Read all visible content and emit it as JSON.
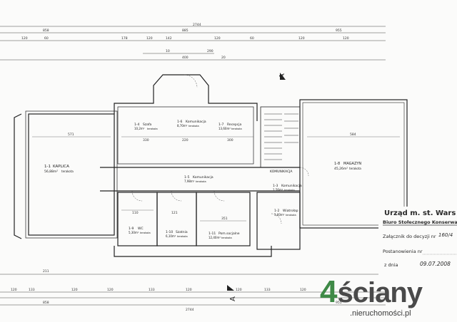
{
  "top_dims": {
    "row1": [
      "858",
      "885",
      "2744",
      "955"
    ],
    "row2": [
      "120",
      "60",
      "178",
      "120",
      "142",
      "120",
      "60",
      "120",
      "120"
    ],
    "row3": [
      "10",
      "400",
      "290",
      "20"
    ]
  },
  "rooms": [
    {
      "id": "1-1",
      "name": "KAPLICA",
      "area": "56,88m²",
      "floor": "terakota"
    },
    {
      "id": "1-4",
      "name": "Szafa",
      "area": "10,2m²",
      "floor": "terakota"
    },
    {
      "id": "1-6",
      "name": "Komunikacja",
      "area": "8,70m²",
      "floor": "terakota"
    },
    {
      "id": "1-7",
      "name": "Recepcja",
      "area": "13,60m²",
      "floor": "terakota"
    },
    {
      "id": "1-8",
      "name": "MAGAZYN",
      "area": "45,26m²",
      "floor": "terakota"
    },
    {
      "id": "1-5",
      "name": "Komunikacja",
      "area": "7,98m²",
      "floor": "terakota"
    },
    {
      "id": "1-3",
      "name": "Komunikacja",
      "area": "1,56m²",
      "floor": "terakota"
    },
    {
      "id": "1-2",
      "name": "Wiatrołap",
      "area": "3,60m²",
      "floor": "terakota"
    },
    {
      "id": "1-9",
      "name": "WC",
      "area": "5,30m²",
      "floor": "terakota"
    },
    {
      "id": "1-10",
      "name": "Szatnia",
      "area": "6,10m²",
      "floor": "terakota"
    },
    {
      "id": "1-11",
      "name": "Pom.socjalne",
      "area": "12,40m²",
      "floor": "terakota"
    }
  ],
  "komunikacja_label": "KOMUNIKACJA",
  "section_marks": [
    "A",
    "A"
  ],
  "inner_dims": [
    "571",
    "584",
    "330",
    "220",
    "300",
    "110",
    "121",
    "351"
  ],
  "bottom_dims": {
    "row1": [
      "211"
    ],
    "row2": [
      "120",
      "133",
      "120",
      "120",
      "133",
      "120",
      "120",
      "133",
      "120"
    ],
    "row3": [
      "858",
      "2744",
      "955"
    ]
  },
  "stamp": {
    "line1": "Urząd m. st. Wars",
    "line2": "Biuro Stołecznego Konserwatora",
    "line3": "Załącznik do decyzji nr",
    "line3_hand": "160/4",
    "line4": "Postanowienia nr",
    "line5": "z dnia",
    "line5_hand": "09.07.2008"
  },
  "logo": {
    "digit": "4",
    "word": "ściany",
    "sub": ".nieruchomości.pl",
    "color_digit": "#3f8a47",
    "color_word": "#4a4a4a"
  }
}
